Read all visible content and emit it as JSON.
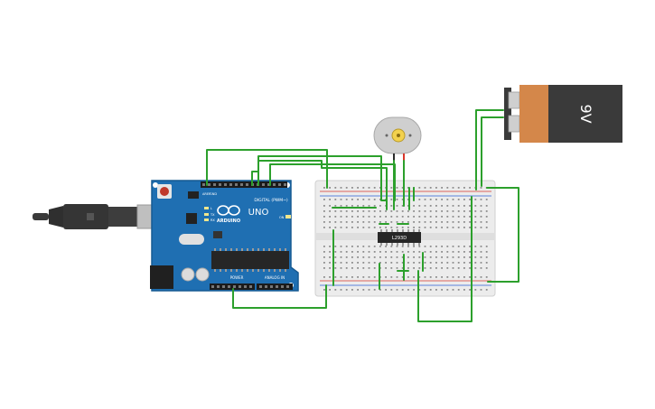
{
  "arduino": {
    "brand": "ARDUINO",
    "model": "UNO",
    "digital_label": "DIGITAL (PWM~)",
    "power_label": "POWER",
    "analog_label": "ANALOG IN",
    "aref_label": "AREF",
    "gnd_label": "GND",
    "led_labels": [
      "L",
      "TX",
      "RX"
    ],
    "on_label": "ON"
  },
  "chip": {
    "label": "L293D"
  },
  "battery": {
    "label": "9V"
  },
  "colors": {
    "wire": "#2ca02c",
    "board": "#1f6fb2",
    "board_dark": "#175a92",
    "breadboard": "#ececec",
    "rail_red": "#d9362b",
    "rail_blue": "#2b5fd9",
    "battery_body": "#d4874a",
    "battery_top": "#3a3a3a",
    "motor": "#c9c9c9",
    "motor_shaft": "#f2d14e"
  },
  "icons": {
    "usb_cable": "usb-cable-icon",
    "dc_motor": "dc-motor-icon",
    "battery": "battery-icon",
    "reset": "reset-button-icon"
  }
}
